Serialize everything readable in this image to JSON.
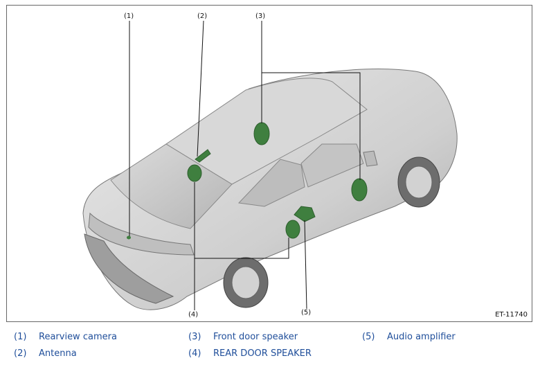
{
  "diagram": {
    "callouts": [
      "(1)",
      "(2)",
      "(3)",
      "(4)",
      "(5)"
    ],
    "figure_code": "ET-11740"
  },
  "legend": [
    {
      "num": "(1)",
      "label": "Rearview camera"
    },
    {
      "num": "(2)",
      "label": "Antenna"
    },
    {
      "num": "(3)",
      "label": "Front door speaker"
    },
    {
      "num": "(4)",
      "label": "REAR DOOR SPEAKER"
    },
    {
      "num": "(5)",
      "label": "Audio amplifier"
    }
  ],
  "colors": {
    "component_green": "#3f7f3f",
    "label_blue": "#1f4e9a",
    "car_gray": "#cfcfcf"
  }
}
